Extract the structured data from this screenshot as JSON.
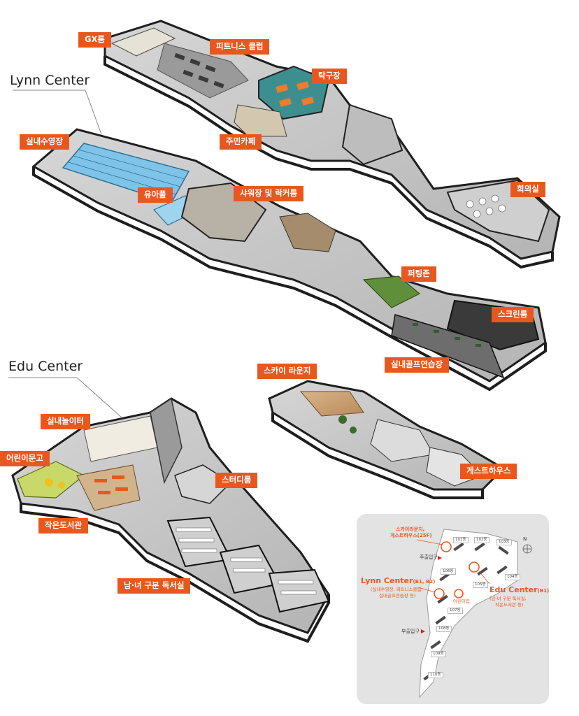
{
  "sections": {
    "lynn_center": "Lynn Center",
    "edu_center": "Edu Center"
  },
  "labels": {
    "gx_room": "GX룸",
    "fitness_club": "피트니스 클럽",
    "table_tennis": "탁구장",
    "resident_cafe": "주민카페",
    "indoor_pool": "실내수영장",
    "kids_pool": "유아풀",
    "shower_locker": "샤워장 및 락커룸",
    "meeting_room": "회의실",
    "putting_zone": "퍼팅존",
    "screen_room": "스크린룸",
    "golf_range": "실내골프연습장",
    "sky_lounge": "스카이 라운지",
    "guest_house": "게스트하우스",
    "indoor_playground": "실내놀이터",
    "kids_library": "어린이문고",
    "study_room": "스터디룸",
    "small_library": "작은도서관",
    "reading_room": "남·녀 구분 독서실"
  },
  "site_map": {
    "sky_lounge_label": "스카이라운지,",
    "sky_lounge_label2": "게스트하우스(25F)",
    "main_entrance": "주출입구",
    "sub_entrance": "부출입구",
    "lynn_title": "Lynn Center",
    "lynn_floor": "(B1, B2)",
    "lynn_desc1": "(실내수영장, 피트니스클럽,",
    "lynn_desc2": "실내골프연습장 등)",
    "edu_title": "Edu Center",
    "edu_floor": "(B1)",
    "edu_desc1": "(남·녀 구분 독서실,",
    "edu_desc2": "작은도서관 등)",
    "daycare": "어린이집",
    "north": "N",
    "buildings": [
      "101동",
      "102동",
      "103동",
      "104동",
      "105동",
      "106동",
      "107동",
      "108동",
      "109동",
      "110동"
    ]
  },
  "colors": {
    "accent": "#e8581e",
    "panel": "#e3e3e3",
    "pool": "#7fc4e8",
    "floor": "#c9c9c9",
    "wall": "#1e1e1e"
  }
}
